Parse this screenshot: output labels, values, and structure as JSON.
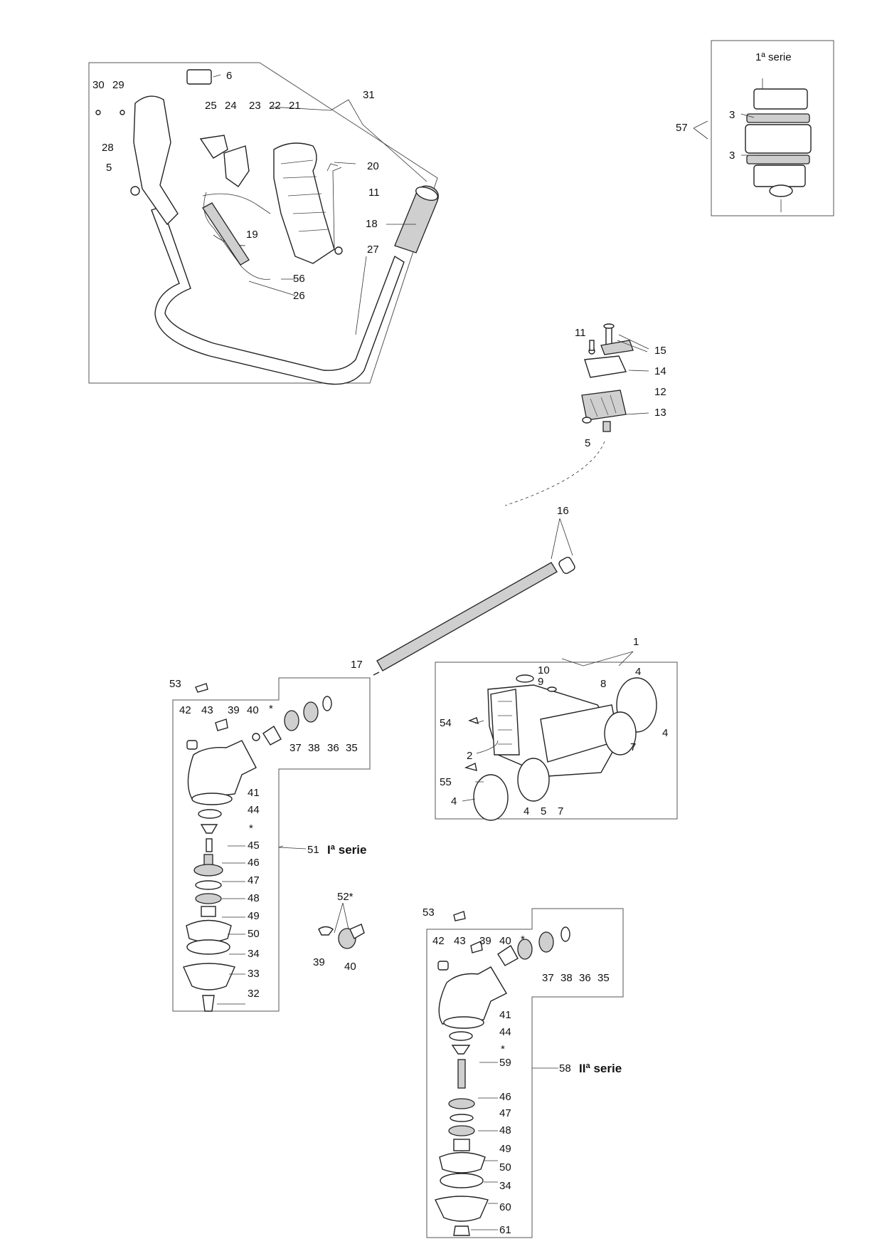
{
  "assemblies": {
    "handle": {
      "labels": [
        "30",
        "29",
        "6",
        "25",
        "24",
        "23",
        "22",
        "21",
        "31",
        "28",
        "5",
        "20",
        "11",
        "18",
        "19",
        "27",
        "56",
        "26"
      ]
    },
    "clamp_series1": {
      "title": "1ª serie",
      "labels": [
        "57",
        "3",
        "3"
      ]
    },
    "clamp": {
      "labels": [
        "11",
        "15",
        "14",
        "12",
        "13",
        "5"
      ]
    },
    "shaft": {
      "labels": [
        "16",
        "17"
      ]
    },
    "engine_mount": {
      "labels": [
        "1",
        "10",
        "9",
        "8",
        "4",
        "54",
        "4",
        "7",
        "2",
        "55",
        "4",
        "4",
        "5",
        "7"
      ]
    },
    "gearbox_series1": {
      "series_number": "51",
      "series_label": "Iª serie",
      "labels": [
        "53",
        "42",
        "43",
        "39",
        "40",
        "*",
        "37",
        "38",
        "36",
        "35",
        "41",
        "44",
        "*",
        "45",
        "46",
        "47",
        "48",
        "49",
        "50",
        "34",
        "33",
        "32"
      ]
    },
    "gear_kit": {
      "labels": [
        "52*",
        "39",
        "40"
      ]
    },
    "gearbox_series2": {
      "series_number": "58",
      "series_label": "IIª serie",
      "labels": [
        "53",
        "42",
        "43",
        "39",
        "40",
        "*",
        "37",
        "38",
        "36",
        "35",
        "41",
        "44",
        "*",
        "59",
        "46",
        "47",
        "48",
        "49",
        "50",
        "34",
        "60",
        "61"
      ]
    }
  }
}
